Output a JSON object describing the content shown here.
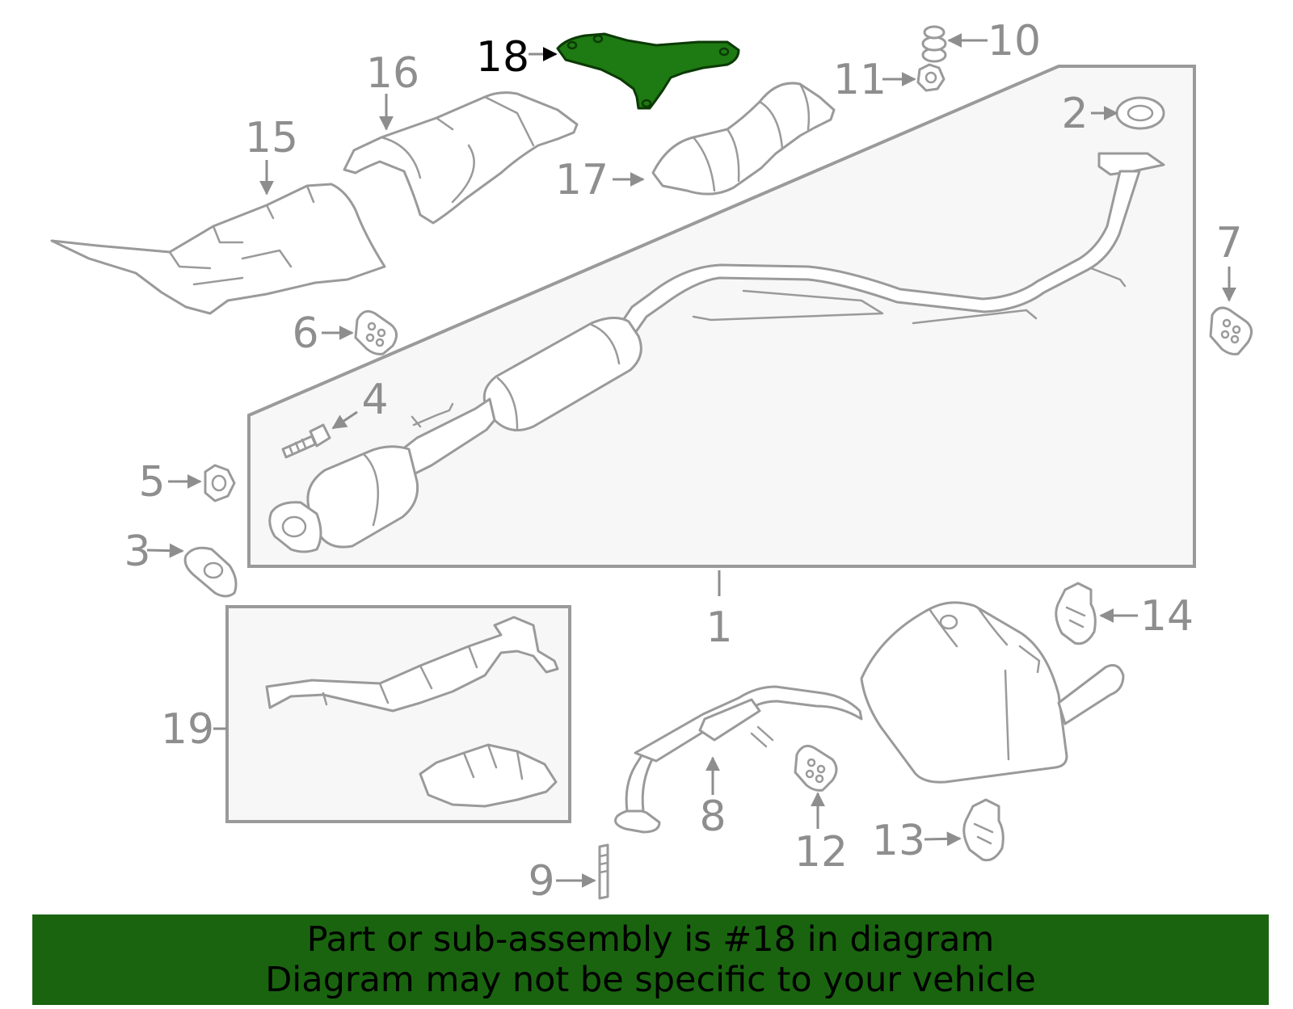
{
  "diagram": {
    "labels": {
      "l1": "1",
      "l2": "2",
      "l3": "3",
      "l4": "4",
      "l5": "5",
      "l6": "6",
      "l7": "7",
      "l8": "8",
      "l9": "9",
      "l10": "10",
      "l11": "11",
      "l12": "12",
      "l13": "13",
      "l14": "14",
      "l15": "15",
      "l16": "16",
      "l17": "17",
      "l18": "18",
      "l19": "19"
    },
    "highlighted_part": "18",
    "colors": {
      "highlight_fill": "#1e7a12",
      "banner_bg": "#1a6410",
      "line_gray": "#9a9a9a",
      "box_fill": "#f7f7f7"
    }
  },
  "banner": {
    "line1": "Part or sub-assembly is #18 in diagram",
    "line2": "Diagram may not be specific to your vehicle"
  }
}
